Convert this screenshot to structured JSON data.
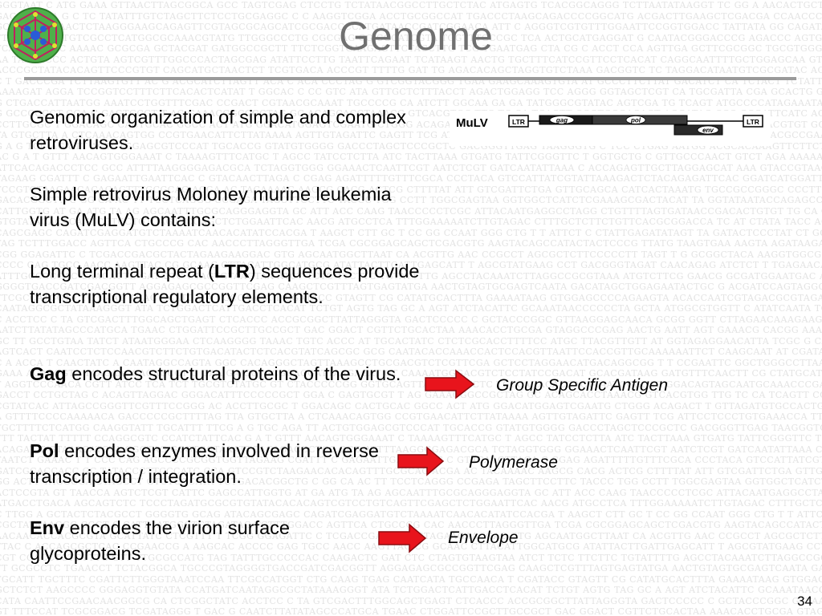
{
  "slide": {
    "title": "Genome",
    "page_number": "34"
  },
  "paragraphs": [
    {
      "text": "Genomic organization of simple and complex retroviruses."
    },
    {
      "text": "Simple retrovirus Moloney murine leukemia virus (MuLV) contains:"
    },
    {
      "term": "",
      "pre": "Long terminal repeat (",
      "bold": "LTR",
      "post": ") sequences provide transcriptional regulatory elements."
    },
    {
      "bold": "Gag",
      "post": " encodes structural proteins of the virus."
    },
    {
      "bold": "Pol",
      "post": " encodes enzymes involved in reverse transcription / integration."
    },
    {
      "bold": "Env",
      "post": " encodes the virion surface glycoproteins."
    }
  ],
  "glosses": [
    {
      "text": "Group Specific Antigen"
    },
    {
      "text": "Polymerase"
    },
    {
      "text": "Envelope"
    }
  ],
  "genome_diagram": {
    "virus_label": "MuLV",
    "left_ltr": "LTR",
    "gag": "gag",
    "pol": "pol",
    "env": "env",
    "right_ltr": "LTR"
  },
  "colors": {
    "title": "#707070",
    "rule": "#9a9a9a",
    "arrow": "#e8141c",
    "background_text": "#e3e3e3"
  },
  "icons": {
    "logo": "virus-capsid-icon",
    "arrow": "right-arrow-icon"
  }
}
